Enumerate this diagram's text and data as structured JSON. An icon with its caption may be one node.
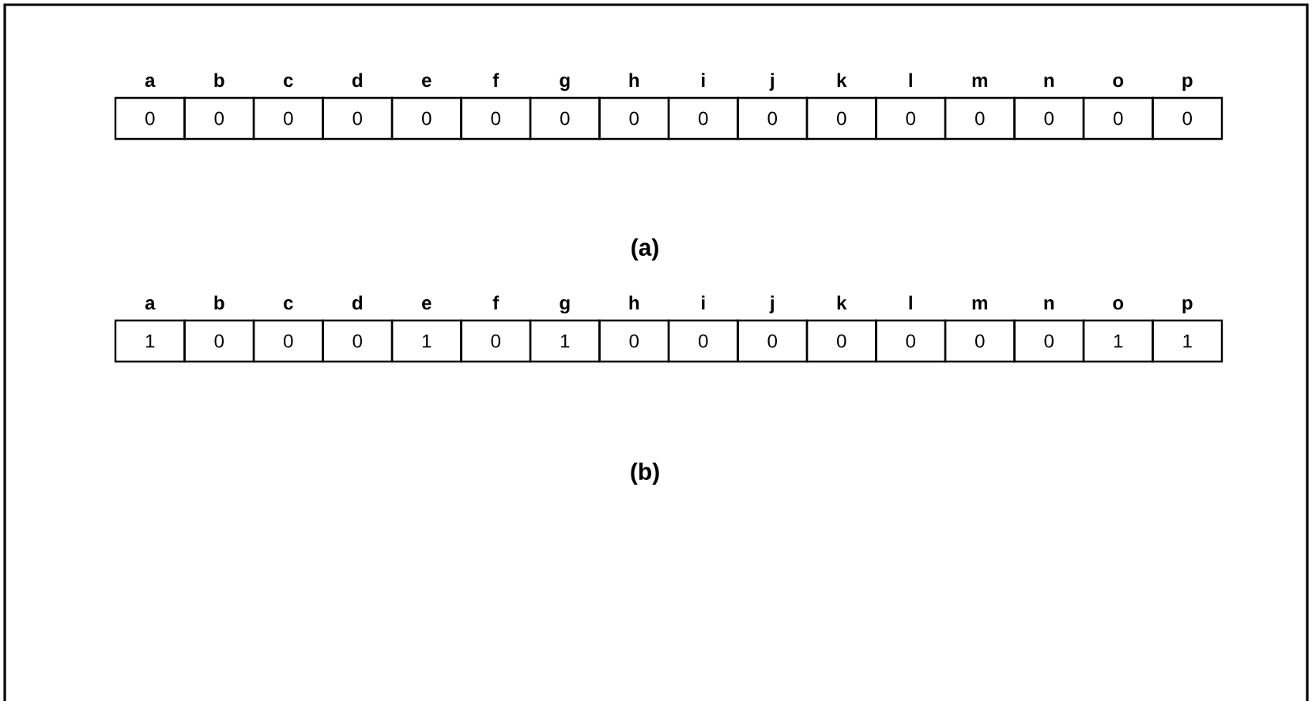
{
  "diagram": {
    "nodes": [
      {
        "text": [
          "0"
        ],
        "beside": [
          "a"
        ]
      },
      {
        "text": [
          "0"
        ],
        "beside": [
          "b"
        ]
      },
      {
        "text": [
          "0"
        ],
        "beside": [
          "c"
        ]
      },
      {
        "text": [
          "0"
        ],
        "beside": [
          "d"
        ]
      },
      {
        "text": [
          "0"
        ],
        "beside": [
          "e"
        ]
      },
      {
        "text": [
          "0"
        ],
        "beside": [
          "f"
        ]
      },
      {
        "text": [
          "0"
        ],
        "beside": [
          "g"
        ]
      },
      {
        "text": [
          "0"
        ],
        "beside": [
          "h"
        ]
      },
      {
        "text": [
          "0"
        ],
        "beside": [
          "i"
        ]
      },
      {
        "text": [
          "0"
        ],
        "beside": [
          "j"
        ]
      },
      {
        "text": [
          "0"
        ],
        "beside": [
          "k"
        ]
      },
      {
        "text": [
          "0"
        ],
        "beside": [
          "l"
        ]
      },
      {
        "text": [
          "0"
        ],
        "beside": [
          "m"
        ]
      },
      {
        "text": [
          "0"
        ],
        "beside": [
          "n"
        ]
      },
      {
        "text": [
          "0"
        ],
        "beside": [
          "o"
        ]
      },
      {
        "text": [
          "0"
        ],
        "beside": [
          "p"
        ]
      },
      {
        "text": [
          "1"
        ],
        "beside": [
          "a"
        ]
      },
      {
        "text": [
          "0"
        ],
        "beside": [
          "b"
        ]
      },
      {
        "text": [
          "0"
        ],
        "beside": [
          "c"
        ]
      },
      {
        "text": [
          "0"
        ],
        "beside": [
          "d"
        ]
      },
      {
        "text": [
          "1"
        ],
        "beside": [
          "e"
        ]
      },
      {
        "text": [
          "0"
        ],
        "beside": [
          "f"
        ]
      },
      {
        "text": [
          "1"
        ],
        "beside": [
          "g"
        ]
      },
      {
        "text": [
          "0"
        ],
        "beside": [
          "h"
        ]
      },
      {
        "text": [
          "0"
        ],
        "beside": [
          "i"
        ]
      },
      {
        "text": [
          "0"
        ],
        "beside": [
          "j"
        ]
      },
      {
        "text": [
          "0"
        ],
        "beside": [
          "k"
        ]
      },
      {
        "text": [
          "0"
        ],
        "beside": [
          "l"
        ]
      },
      {
        "text": [
          "0"
        ],
        "beside": [
          "m"
        ]
      },
      {
        "text": [
          "0"
        ],
        "beside": [
          "n"
        ]
      },
      {
        "text": [
          "1"
        ],
        "beside": [
          "o"
        ]
      },
      {
        "text": [
          "1"
        ],
        "beside": [
          "p"
        ]
      }
    ],
    "labels": [
      "(a)",
      "(b)"
    ]
  }
}
